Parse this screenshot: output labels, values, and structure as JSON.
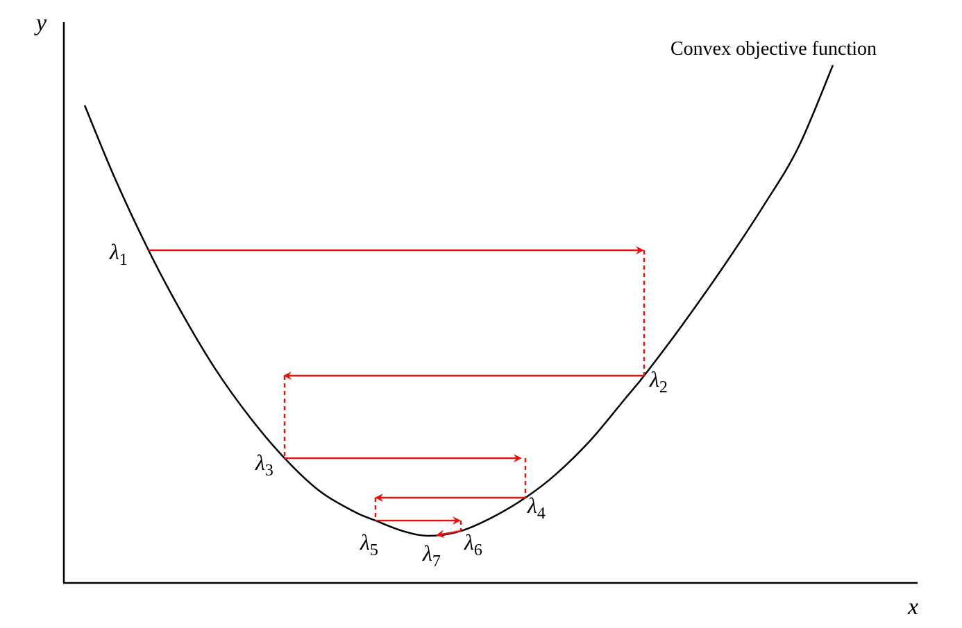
{
  "axes": {
    "x_label": "x",
    "y_label": "y"
  },
  "curve": {
    "label": "Convex objective function"
  },
  "iterates": [
    {
      "symbol": "λ",
      "subscript": "1"
    },
    {
      "symbol": "λ",
      "subscript": "2"
    },
    {
      "symbol": "λ",
      "subscript": "3"
    },
    {
      "symbol": "λ",
      "subscript": "4"
    },
    {
      "symbol": "λ",
      "subscript": "5"
    },
    {
      "symbol": "λ",
      "subscript": "6"
    },
    {
      "symbol": "λ",
      "subscript": "7"
    }
  ],
  "colors": {
    "curve": "#000000",
    "axes": "#000000",
    "steps": "#e3140f"
  }
}
